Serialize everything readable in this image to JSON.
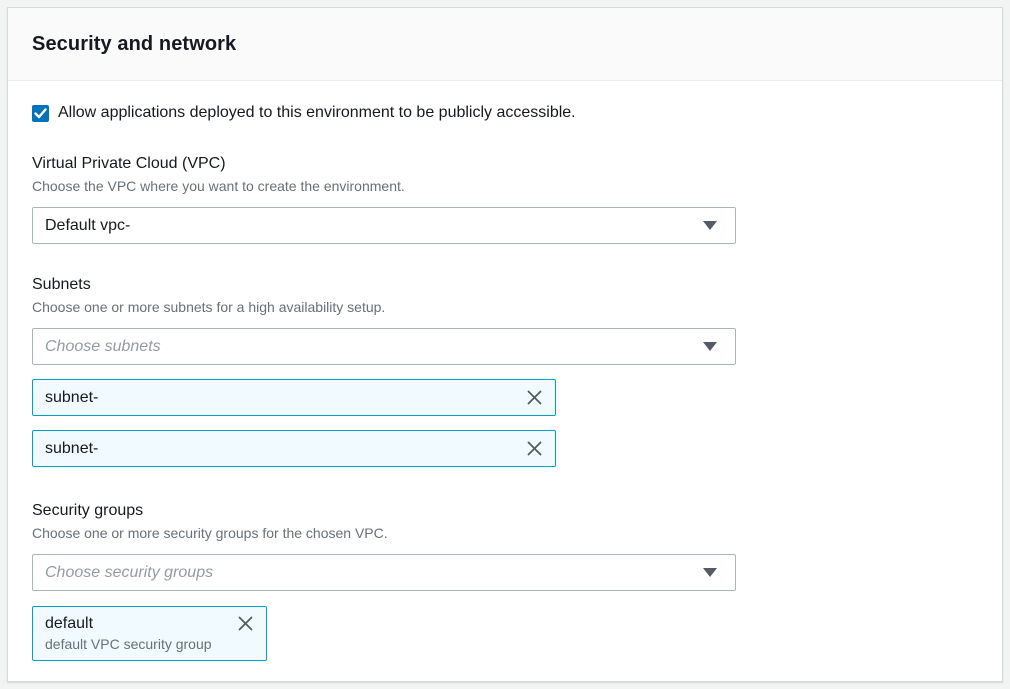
{
  "panel": {
    "title": "Security and network",
    "public_access": {
      "checked": true,
      "label": "Allow applications deployed to this environment to be publicly accessible."
    },
    "vpc": {
      "label": "Virtual Private Cloud (VPC)",
      "description": "Choose the VPC where you want to create the environment.",
      "selected_value": "Default vpc-"
    },
    "subnets": {
      "label": "Subnets",
      "description": "Choose one or more subnets for a high availability setup.",
      "placeholder": "Choose subnets",
      "tokens": [
        {
          "label": "subnet-"
        },
        {
          "label": "subnet-"
        }
      ]
    },
    "security_groups": {
      "label": "Security groups",
      "description": "Choose one or more security groups for the chosen VPC.",
      "placeholder": "Choose security groups",
      "tokens": [
        {
          "label": "default",
          "description": "default VPC security group"
        }
      ]
    }
  },
  "icons": {
    "checkmark": "check",
    "caret_down": "filled triangle down",
    "dismiss": "x cross"
  },
  "colors": {
    "accent_blue": "#0073bb",
    "token_border": "#00a1c9",
    "token_background": "#f1faff",
    "text": "#16191f",
    "secondary_text": "#687078",
    "input_border": "#aab7b8",
    "header_background": "#fafafa",
    "page_background": "#f2f3f3"
  }
}
